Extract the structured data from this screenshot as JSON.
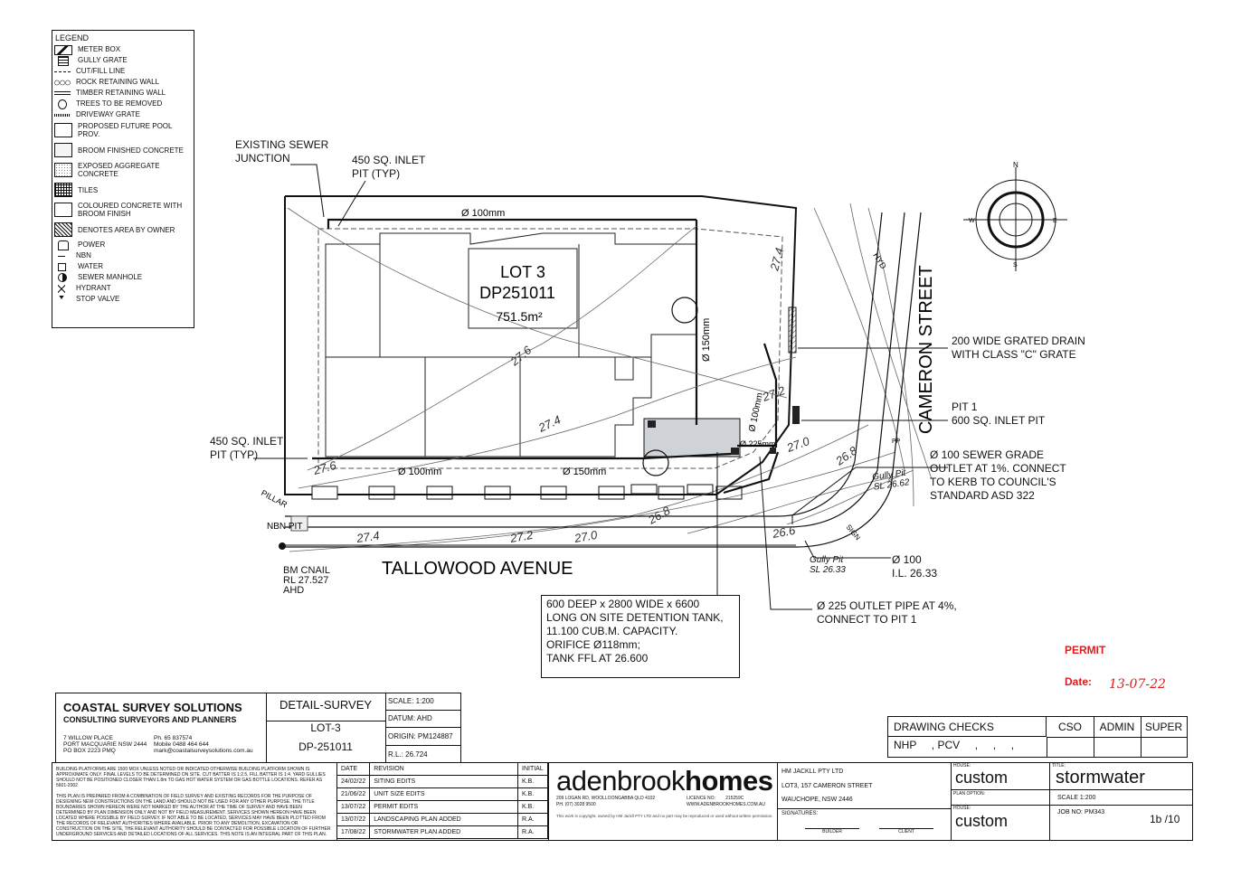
{
  "legend": {
    "title": "LEGEND",
    "items": [
      {
        "label": "METER BOX",
        "icon": "meter-box-icon"
      },
      {
        "label": "GULLY GRATE",
        "icon": "gully-grate-icon"
      },
      {
        "label": "CUT/FILL LINE",
        "icon": "cut-fill-line-icon"
      },
      {
        "label": "ROCK RETAINING WALL",
        "icon": "rock-wall-icon"
      },
      {
        "label": "TIMBER RETAINING WALL",
        "icon": "timber-wall-icon"
      },
      {
        "label": "TREES TO BE REMOVED",
        "icon": "tree-icon"
      },
      {
        "label": "DRIVEWAY GRATE",
        "icon": "driveway-grate-icon"
      },
      {
        "label": "PROPOSED FUTURE POOL PROV.",
        "icon": "pool-icon"
      },
      {
        "label": "BROOM FINISHED CONCRETE",
        "icon": "broom-concrete-icon"
      },
      {
        "label": "EXPOSED AGGREGATE CONCRETE",
        "icon": "aggregate-icon"
      },
      {
        "label": "TILES",
        "icon": "tiles-icon"
      },
      {
        "label": "COLOURED CONCRETE WITH BROOM FINISH",
        "icon": "coloured-concrete-icon"
      },
      {
        "label": "DENOTES AREA BY OWNER",
        "icon": "hatch-icon"
      },
      {
        "label": "POWER",
        "icon": "power-icon"
      },
      {
        "label": "NBN",
        "icon": "nbn-icon"
      },
      {
        "label": "WATER",
        "icon": "water-icon"
      },
      {
        "label": "SEWER MANHOLE",
        "icon": "sewer-manhole-icon"
      },
      {
        "label": "HYDRANT",
        "icon": "hydrant-icon"
      },
      {
        "label": "STOP VALVE",
        "icon": "stop-valve-icon"
      }
    ]
  },
  "plan": {
    "lot_title": "LOT 3",
    "dp": "DP251011",
    "area": "751.5m²",
    "existing_sewer": "EXISTING SEWER\nJUNCTION",
    "inlet_pit_top": "450 SQ. INLET\nPIT (TYP)",
    "inlet_pit_left": "450 SQ. INLET\nPIT (TYP)",
    "pipe_100_top": "Ø 100mm",
    "pipe_100_bottom": "Ø 100mm",
    "pipe_150_bottom": "Ø 150mm",
    "pipe_150_vert": "Ø 150mm",
    "pipe_100_vert": "Ø 100mm",
    "pipe_225": "Ø 225mm",
    "street_east": "CAMERON STREET",
    "street_south": "TALLOWOOD AVENUE",
    "drain": "200 WIDE GRATED DRAIN\nWITH CLASS \"C\" GRATE",
    "pit1": "PIT 1\n600 SQ. INLET PIT",
    "sewer_outlet": "Ø 100 SEWER GRADE\nOUTLET AT 1%. CONNECT\nTO KERB TO COUNCIL'S\nSTANDARD ASD 322",
    "il": "Ø 100\nI.L. 26.33",
    "outlet_pipe": "Ø 225 OUTLET PIPE AT 4%,\nCONNECT TO PIT 1",
    "tank": "600 DEEP x 2800 WIDE x 6600\nLONG ON SITE DETENTION TANK,\n11.100 CUB.M. CAPACITY.\nORIFICE Ø118mm;\nTANK FFL AT 26.600",
    "nbn_pit": "NBN PIT",
    "pillar": "PILLAR",
    "bm": "BM CNAIL\nRL 27.527\nAHD",
    "gully_pit_1": "Gully Pit\nSL 26.62",
    "gully_pit_2": "Gully Pit\nSL 26.33",
    "contours": [
      "27.6",
      "27.6",
      "27.4",
      "27.4",
      "27.2",
      "27.2",
      "27.0",
      "27.0",
      "26.8",
      "26.8",
      "26.6",
      "27.4"
    ],
    "hyd": "HYD",
    "sign": "SIGN",
    "pp": "PP",
    "compass_n": "N",
    "compass_s": "S",
    "compass_e": "E",
    "compass_w": "W"
  },
  "stamp": {
    "permit": "PERMIT",
    "date_label": "Date:",
    "date_value": "13-07-22",
    "color": "#e01a1a"
  },
  "survey": {
    "company": "COASTAL SURVEY SOLUTIONS",
    "subtitle": "CONSULTING SURVEYORS AND PLANNERS",
    "address": "7 WILLOW PLACE\nPORT MACQUARIE NSW 2444\nPO BOX 2223 PMQ",
    "contact": "Ph. 65 837574\nMobile 0488 464 644\nmark@coastalsurveysolutions.com.au",
    "type": "DETAIL-SURVEY",
    "lot": "LOT-3",
    "dp": "DP-251011",
    "scale": "SCALE: 1:200",
    "datum": "DATUM: AHD",
    "origin": "ORIGIN: PM124887",
    "rl": "R.L.: 26.724"
  },
  "checks": {
    "title": "DRAWING CHECKS",
    "cols": [
      "CSO",
      "ADMIN",
      "SUPER"
    ],
    "values": "NHP     , PCV     ,     ,     ,"
  },
  "notes": "BUILDING PLATFORMS ARE 1500 MOX UNLESS NOTED OR INDICATED OTHERWISE BUILDING PLATFORM SHOWN IS APPROXIMATE ONLY. FINAL LEVELS TO BE DETERMINED ON SITE. CUT BATTER IS 1:2.5, FILL BATTER IS 1:4. YARD GULLIES SHOULD NOT BE POSITIONED CLOSER THAN 1.8m TO GAS HOT WATER SYSTEM OR GAS BOTTLE LOCATIONS. REFER AS 5601-2002\n\nTHIS PLAN IS PREPARED FROM A COMBINATION OF FIELD SURVEY AND EXISTING RECORDS FOR THE PURPOSE OF DESIGNING NEW CONSTRUCTIONS ON THE LAND AND SHOULD NOT BE USED FOR ANY OTHER PURPOSE. THE TITLE BOUNDARIES SHOWN HEREON WERE NOT MARKED BY THE AUTHOR AT THE TIME OF SURVEY AND HAVE BEEN DETERMINED BY PLAN DIMENSION ONLY AND NOT BY FIELD MEASUREMENT. SERVICES SHOWN HEREON HAVE BEEN LOCATED WHERE POSSIBLE BY FIELD SURVEY. IF NOT ABLE TO BE LOCATED, SERVICES MAY HAVE BEEN PLOTTED FROM THE RECORDS OF RELEVANT AUTHORITIES WHERE AVAILABLE. PRIOR TO ANY DEMOLITION, EXCAVATION OR CONSTRUCTION ON THE SITE, THE RELEVANT AUTHORITY SHOULD BE CONTACTED FOR POSSIBLE LOCATION OF FURTHER UNDERGROUND SERVICES AND DETAILED LOCATIONS OF ALL SERVICES. THIS NOTE IS AN INTEGRAL PART OF THIS PLAN.",
  "revisions": {
    "headers": [
      "DATE",
      "REVISION",
      "INITIAL"
    ],
    "rows": [
      [
        "24/02/22",
        "SITING EDITS",
        "K.B."
      ],
      [
        "21/06/22",
        "UNIT SIZE EDITS",
        "K.B."
      ],
      [
        "13/07/22",
        "PERMIT EDITS",
        "K.B."
      ],
      [
        "13/07/22",
        "LANDSCAPING PLAN ADDED",
        "R.A."
      ],
      [
        "17/08/22",
        "STORMWATER PLAN ADDED",
        "R.A."
      ]
    ]
  },
  "brand": {
    "name_a": "adenbrook",
    "name_b": "homes",
    "address": "209 LOGAN RD, WOOLLOONGABBA QLD 4102\nPH. (07) 3028 9500",
    "licence": "LICENCE NO:        215259C\nWWW.ADENBROOKHOMES.COM.AU",
    "fine": "This work is copyright, owned by HM Jackll PTY LTD and no part may be reproduced or used without written permission."
  },
  "client": {
    "company": "HM JACKLL PTY LTD",
    "address1": "LOT3, 157 CAMERON STREET",
    "address2": "WAUCHOPE, NSW 2446",
    "signatures": "SIGNATURES:",
    "builder": "BUILDER",
    "client": "CLIENT"
  },
  "house": {
    "house_label": "HOUSE:",
    "house_value": "custom",
    "plan_option_label": "PLAN OPTION:",
    "house2_label": "HOUSE:",
    "house2_value": "custom",
    "title_label": "TITLE:",
    "title_value": "stormwater",
    "scale": "SCALE 1:200",
    "job_label": "JOB NO:",
    "job_value": "PM343",
    "sheet": "1b /10"
  }
}
